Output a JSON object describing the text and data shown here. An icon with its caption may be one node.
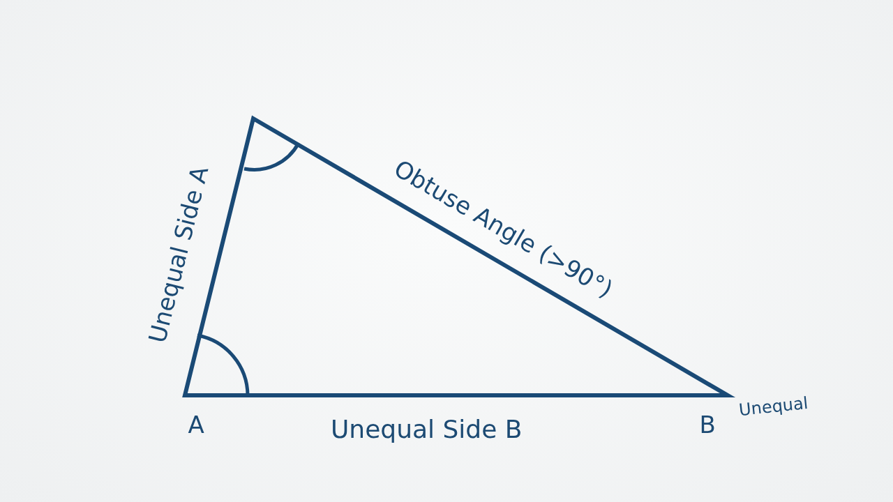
{
  "diagram": {
    "labels": [
      "Unequal Side A",
      "Obtuse Angle (>90°)",
      "A",
      "Unequal Side B",
      "B",
      "Unequal"
    ]
  }
}
